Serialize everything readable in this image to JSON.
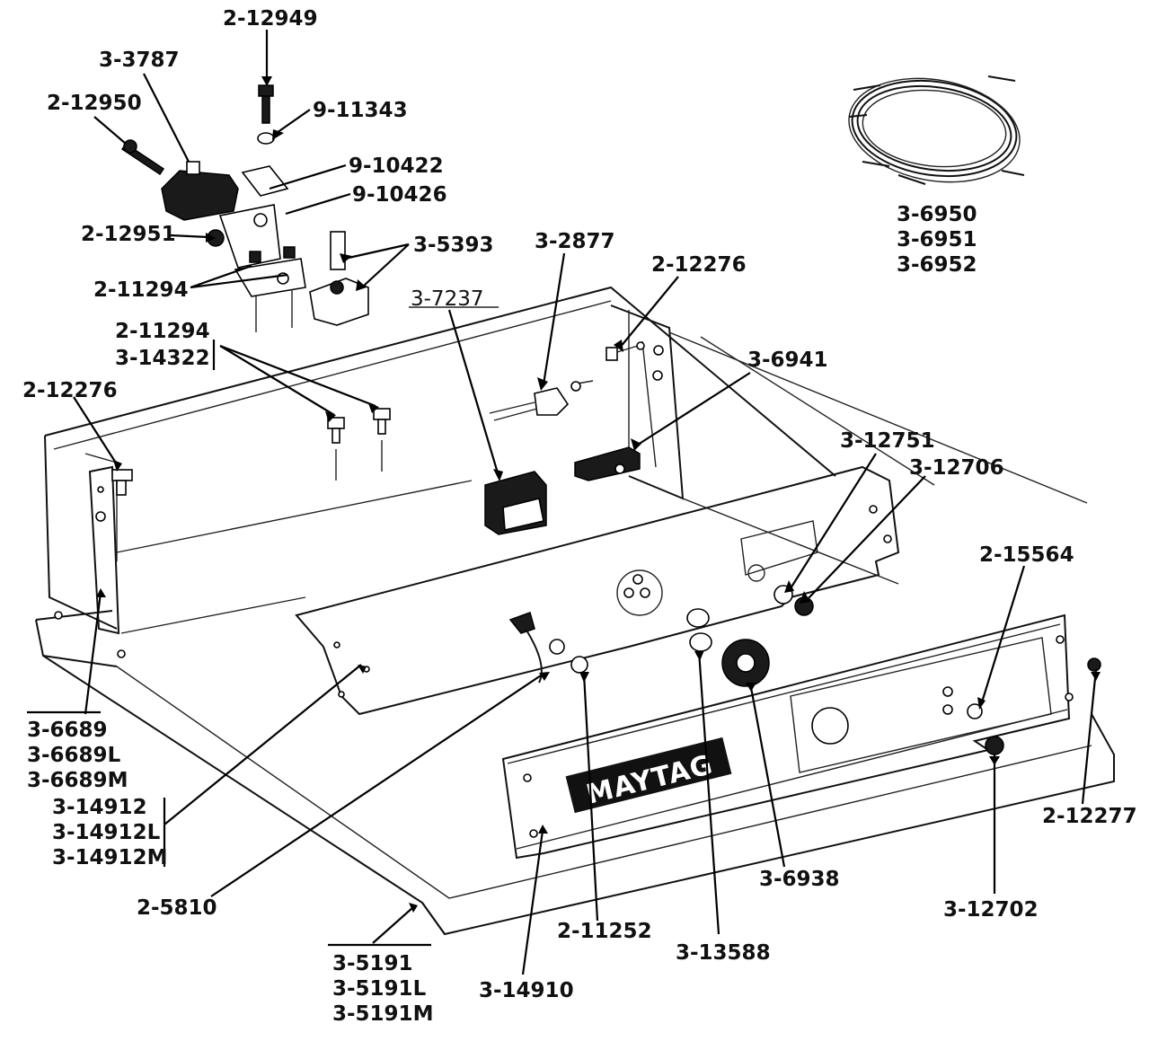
{
  "logo": {
    "text": "MAYTAG"
  },
  "labels": {
    "p_2_12949": "2-12949",
    "p_3_3787": "3-3787",
    "p_2_12950": "2-12950",
    "p_9_11343": "9-11343",
    "p_9_10422": "9-10422",
    "p_9_10426": "9-10426",
    "p_2_12951": "2-12951",
    "p_3_5393": "3-5393",
    "p_2_11294_a": "2-11294",
    "p_3_2877": "3-2877",
    "p_2_12276_a": "2-12276",
    "p_3_7237": "3-7237",
    "p_2_11294_b": "2-11294",
    "p_3_14322": "3-14322",
    "p_3_6941": "3-6941",
    "p_2_12276_b": "2-12276",
    "p_3_6950": "3-6950",
    "p_3_6951": "3-6951",
    "p_3_6952": "3-6952",
    "p_3_12751": "3-12751",
    "p_3_12706": "3-12706",
    "p_2_15564": "2-15564",
    "p_3_6689": "3-6689",
    "p_3_6689L": "3-6689L",
    "p_3_6689M": "3-6689M",
    "p_3_14912": "3-14912",
    "p_3_14912L": "3-14912L",
    "p_3_14912M": "3-14912M",
    "p_2_5810": "2-5810",
    "p_2_11252": "2-11252",
    "p_3_13588": "3-13588",
    "p_3_6938": "3-6938",
    "p_3_12702": "3-12702",
    "p_2_12277": "2-12277",
    "p_3_5191": "3-5191",
    "p_3_5191L": "3-5191L",
    "p_3_5191M": "3-5191M",
    "p_3_14910": "3-14910"
  }
}
